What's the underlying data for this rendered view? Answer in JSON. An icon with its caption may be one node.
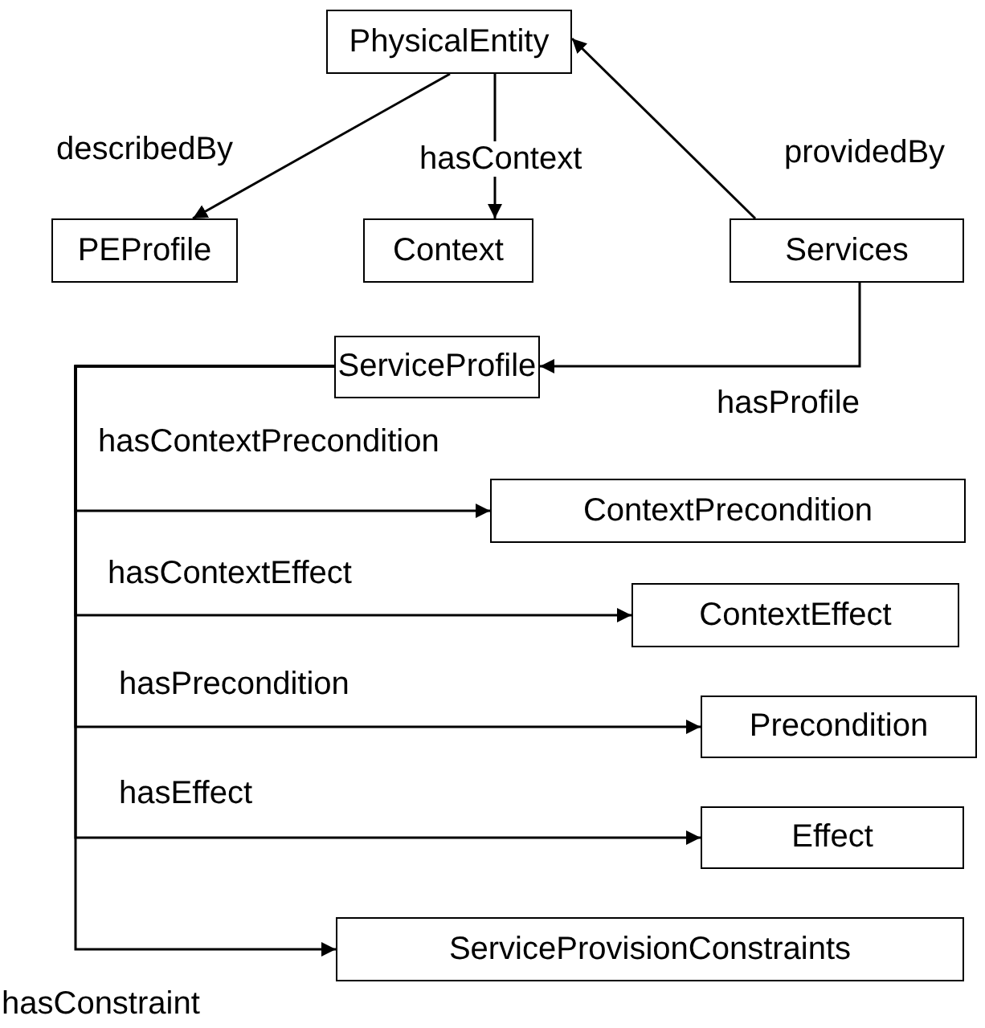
{
  "diagram": {
    "nodes": [
      {
        "text": [
          "PhysicalEntity"
        ]
      },
      {
        "text": [
          "PEProfile"
        ]
      },
      {
        "text": [
          "Context"
        ]
      },
      {
        "text": [
          "Services"
        ]
      },
      {
        "text": [
          "ServiceProfile"
        ]
      },
      {
        "text": [
          "ContextPrecondition"
        ]
      },
      {
        "text": [
          "ContextEffect"
        ]
      },
      {
        "text": [
          "Precondition"
        ]
      },
      {
        "text": [
          "Effect"
        ]
      },
      {
        "text": [
          "ServiceProvisionConstraints"
        ]
      }
    ],
    "edges": [
      {
        "from": 0,
        "to": 1,
        "arrow": "to",
        "label": "describedBy"
      },
      {
        "from": 0,
        "to": 2,
        "arrow": "to",
        "label": "hasContext"
      },
      {
        "from": 3,
        "to": 0,
        "arrow": "to",
        "label": "providedBy"
      },
      {
        "from": 3,
        "to": 4,
        "arrow": "to",
        "label": "hasProfile"
      },
      {
        "from": 4,
        "to": 5,
        "arrow": "to",
        "label": "hasContextPrecondition"
      },
      {
        "from": 4,
        "to": 6,
        "arrow": "to",
        "label": "hasContextEffect"
      },
      {
        "from": 4,
        "to": 7,
        "arrow": "to",
        "label": "hasPrecondition"
      },
      {
        "from": 4,
        "to": 8,
        "arrow": "to",
        "label": "hasEffect"
      },
      {
        "from": 4,
        "to": 9,
        "arrow": "to",
        "label": "hasConstraint"
      }
    ]
  }
}
